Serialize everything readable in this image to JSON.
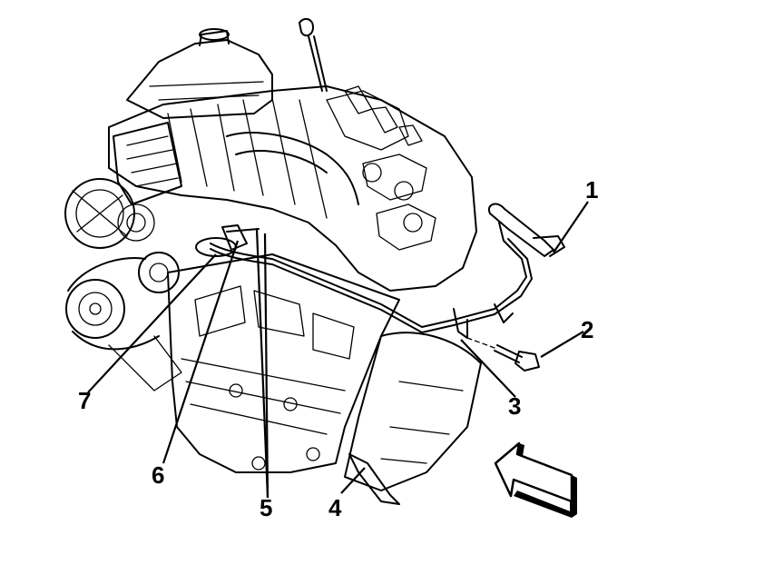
{
  "figure": {
    "callouts": [
      {
        "id": "c1",
        "label": "1"
      },
      {
        "id": "c2",
        "label": "2"
      },
      {
        "id": "c3",
        "label": "3"
      },
      {
        "id": "c4",
        "label": "4"
      },
      {
        "id": "c5",
        "label": "5"
      },
      {
        "id": "c6",
        "label": "6"
      },
      {
        "id": "c7",
        "label": "7"
      }
    ]
  },
  "colors": {
    "line": "#000000",
    "background": "#ffffff"
  },
  "icons": {
    "view_direction": "front-view-arrow-icon"
  }
}
